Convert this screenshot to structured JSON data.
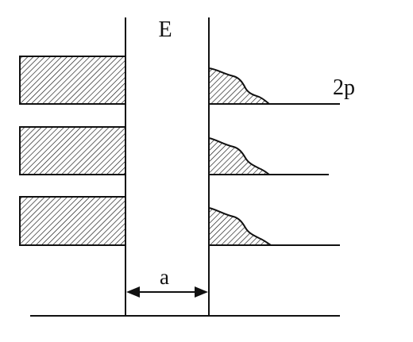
{
  "labels": {
    "top": "E",
    "level": "2p",
    "width": "a"
  },
  "colors": {
    "ink": "#111111",
    "background": "#ffffff"
  }
}
